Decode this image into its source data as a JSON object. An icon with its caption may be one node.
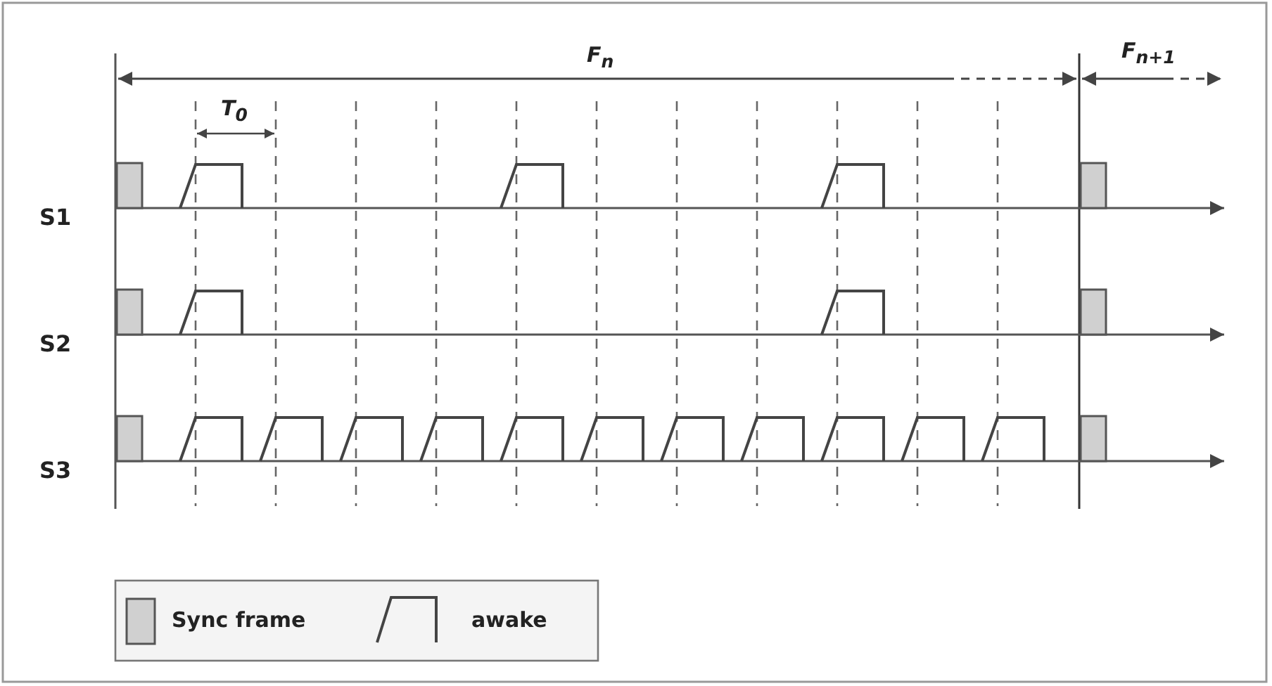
{
  "diagram": {
    "labels": [
      "F$_{n}$",
      "T$_{0}$",
      "F$_{n+1}$",
      "S1",
      "S2",
      "S3"
    ],
    "legend": [
      {
        "text": "Sync frame"
      },
      {
        "text": "awake"
      }
    ]
  }
}
